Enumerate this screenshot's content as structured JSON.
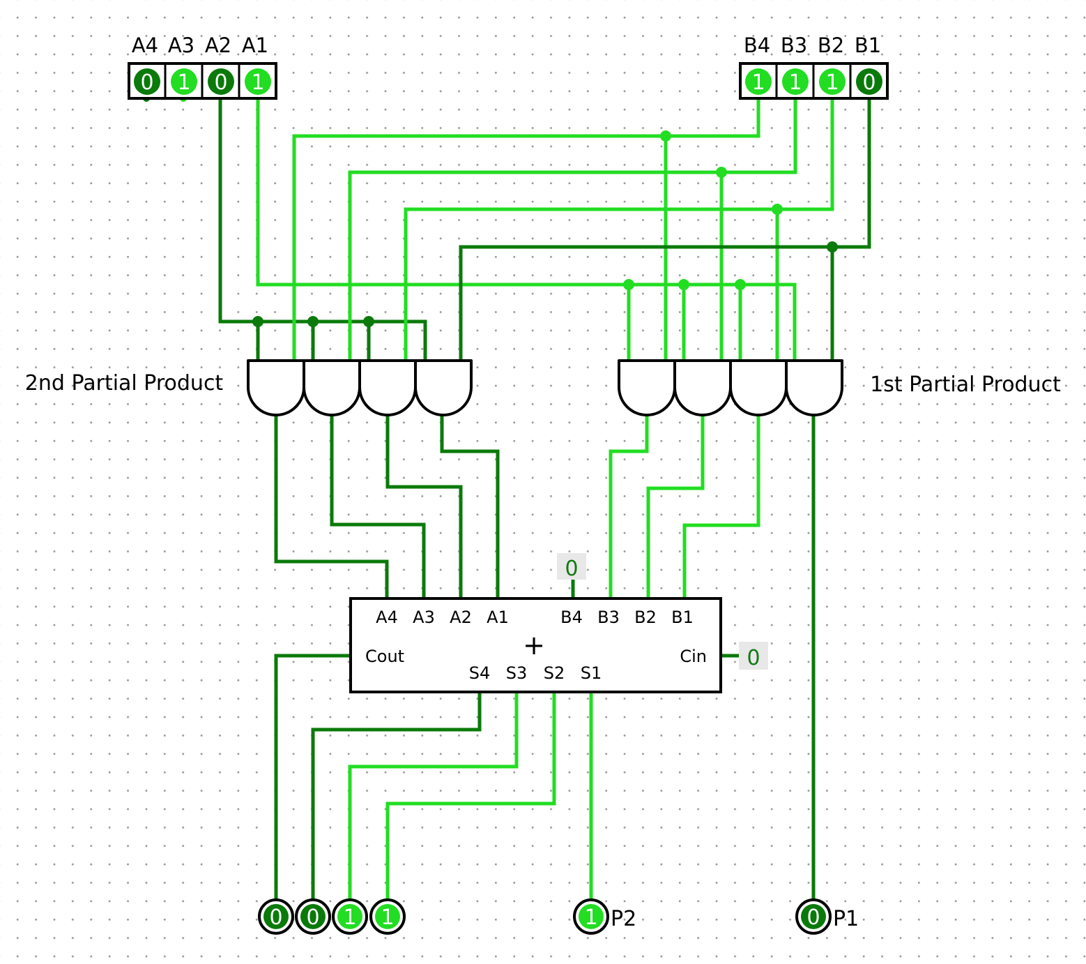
{
  "colors": {
    "wire_high": "#22dd22",
    "wire_low": "#0a7a0a",
    "outline": "#000000",
    "constant_bg": "#e8e8e8",
    "constant_text": "#127a12"
  },
  "input_a": {
    "labels": [
      "A4",
      "A3",
      "A2",
      "A1"
    ],
    "values": [
      "0",
      "1",
      "0",
      "1"
    ]
  },
  "input_b": {
    "labels": [
      "B4",
      "B3",
      "B2",
      "B1"
    ],
    "values": [
      "1",
      "1",
      "1",
      "0"
    ]
  },
  "partial_products": {
    "second_label": "2nd Partial Product",
    "first_label": "1st Partial Product"
  },
  "adder": {
    "symbol": "+",
    "a_pins": [
      "A4",
      "A3",
      "A2",
      "A1"
    ],
    "b_pins": [
      "B4",
      "B3",
      "B2",
      "B1"
    ],
    "s_pins": [
      "S4",
      "S3",
      "S2",
      "S1"
    ],
    "cout_label": "Cout",
    "cin_label": "Cin",
    "b4_constant": "0",
    "cin_constant": "0"
  },
  "outputs": {
    "sum_values": [
      "0",
      "0",
      "1",
      "1"
    ],
    "p2": {
      "value": "1",
      "label": "P2"
    },
    "p1": {
      "value": "0",
      "label": "P1"
    }
  }
}
